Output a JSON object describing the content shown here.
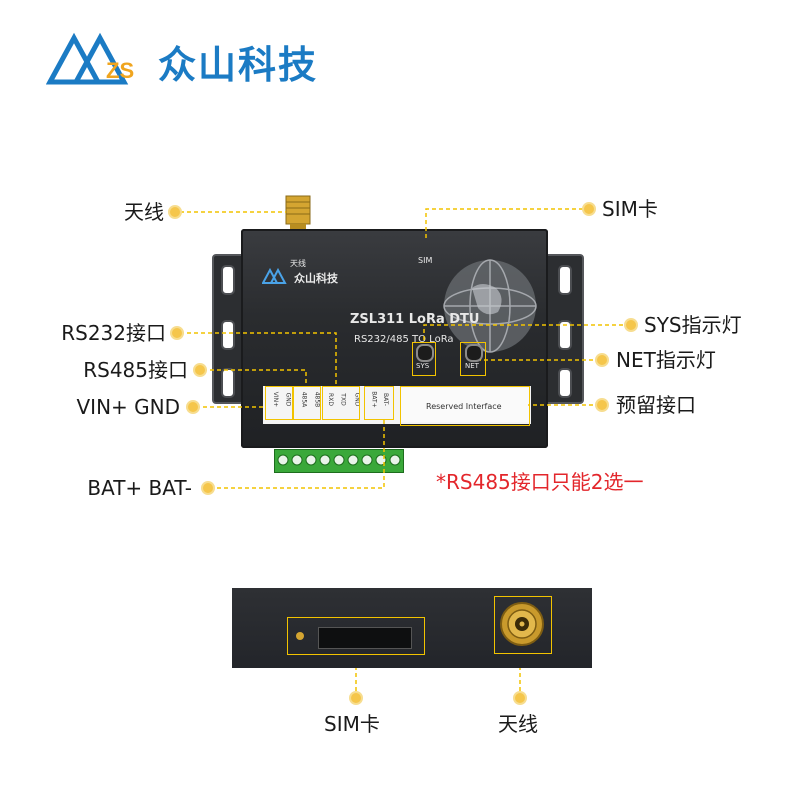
{
  "brand": {
    "logo_text": "ZS",
    "name": "众山科技"
  },
  "device": {
    "model": "ZSL311 LoRa DTU",
    "subtitle": "RS232/485 TO LoRa",
    "antenna_marking": "天线",
    "sim_marking": "SIM",
    "sys_marking": "SYS",
    "net_marking": "NET",
    "reserved_marking": "Reserved Interface",
    "terminal_labels": [
      "VIN+",
      "GND",
      "485A",
      "485B",
      "RXD",
      "TXD",
      "GND",
      "BAT+",
      "BAT-"
    ]
  },
  "callouts": {
    "antenna": "天线",
    "sim": "SIM卡",
    "rs232": "RS232接口",
    "sys_led": "SYS指示灯",
    "rs485": "RS485接口",
    "net_led": "NET指示灯",
    "vin_gnd": "VIN+ GND",
    "reserved": "预留接口",
    "bat": "BAT+ BAT-"
  },
  "note": "*RS485接口只能2选一",
  "bottom_view": {
    "sim": "SIM卡",
    "antenna": "天线"
  },
  "colors": {
    "brand_blue": "#1b7bc4",
    "brand_orange": "#f0a51f",
    "callout_dot": "#f5c64b",
    "callout_line": "#f2c300",
    "note_red": "#e3262b",
    "terminal_green": "#3aa83a"
  }
}
